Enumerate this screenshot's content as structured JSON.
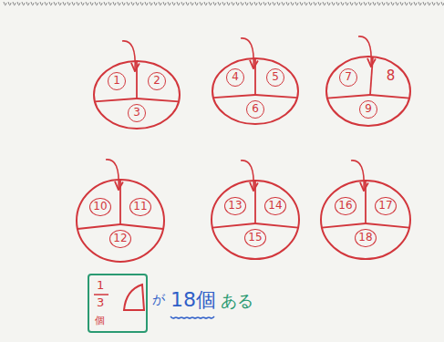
{
  "diagram": {
    "nodes": [
      {
        "text": [
          "1",
          "2",
          "3"
        ]
      },
      {
        "text": [
          "4",
          "5",
          "6"
        ]
      },
      {
        "text": [
          "7",
          "8",
          "9"
        ]
      },
      {
        "text": [
          "10",
          "11",
          "12"
        ]
      },
      {
        "text": [
          "13",
          "14",
          "15"
        ]
      },
      {
        "text": [
          "16",
          "17",
          "18"
        ]
      },
      {
        "text": [
          "1",
          "3",
          "個"
        ]
      }
    ],
    "labels": [
      "が",
      "18個",
      "ある"
    ]
  }
}
